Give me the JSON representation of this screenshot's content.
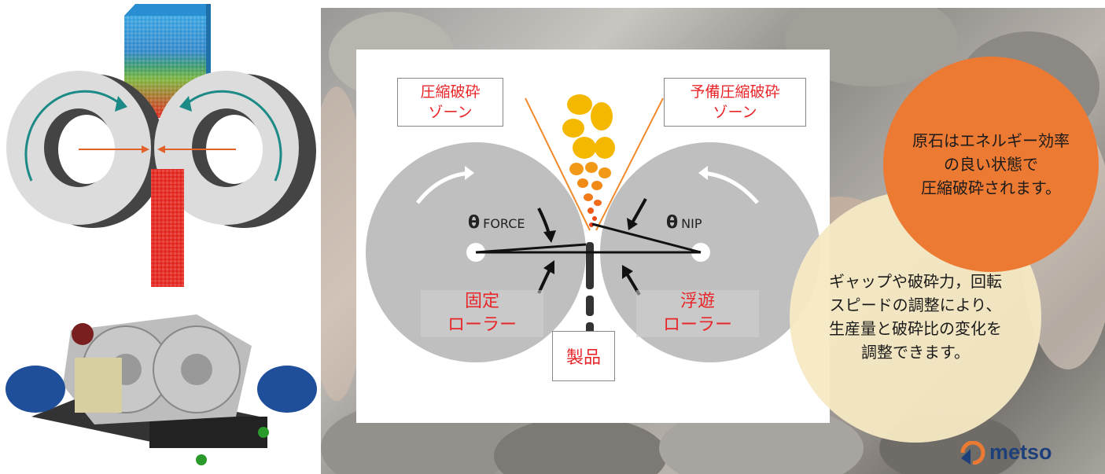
{
  "diagram": {
    "zone_left": "圧縮破砕\nゾーン",
    "zone_right": "予備圧縮破砕\nゾーン",
    "roller_left": "固定\nローラー",
    "roller_right": "浮遊\nローラー",
    "product": "製品",
    "theta_symbol": "θ",
    "theta_force": "FORCE",
    "theta_nip": "NIP"
  },
  "bubbles": {
    "orange": "原石はエネルギー効率\nの良い状態で\n圧縮破砕されます。",
    "cream": "ギャップや破砕力，回転\nスピードの調整により、\n生産量と破砕比の変化を\n調整できます。"
  },
  "logo": {
    "text": "metso"
  },
  "colors": {
    "accent_red": "#e8262a",
    "orange": "#ec7a33",
    "cream": "#f5e9c4",
    "brand_blue": "#1d3f7a"
  }
}
